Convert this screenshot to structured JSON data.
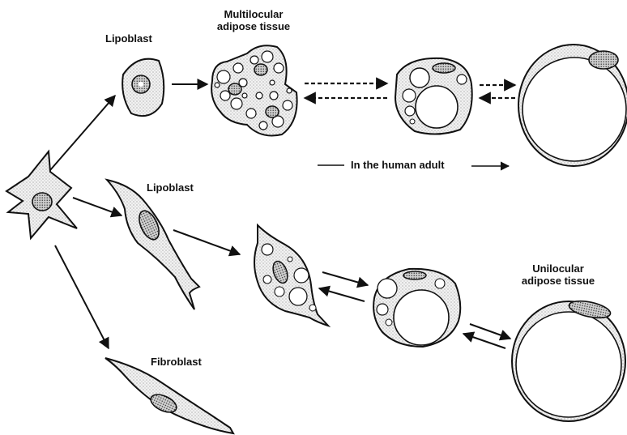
{
  "labels": {
    "lipoblast_top": "Lipoblast",
    "multilocular_1": "Multilocular",
    "multilocular_2": "adipose tissue",
    "lipoblast_mid": "Lipoblast",
    "human_adult": "In the human adult",
    "unilocular_1": "Unilocular",
    "unilocular_2": "adipose tissue",
    "fibroblast": "Fibroblast"
  },
  "colors": {
    "ink": "#111111",
    "background": "#ffffff",
    "cytoplasm": "#e8e8e8"
  }
}
